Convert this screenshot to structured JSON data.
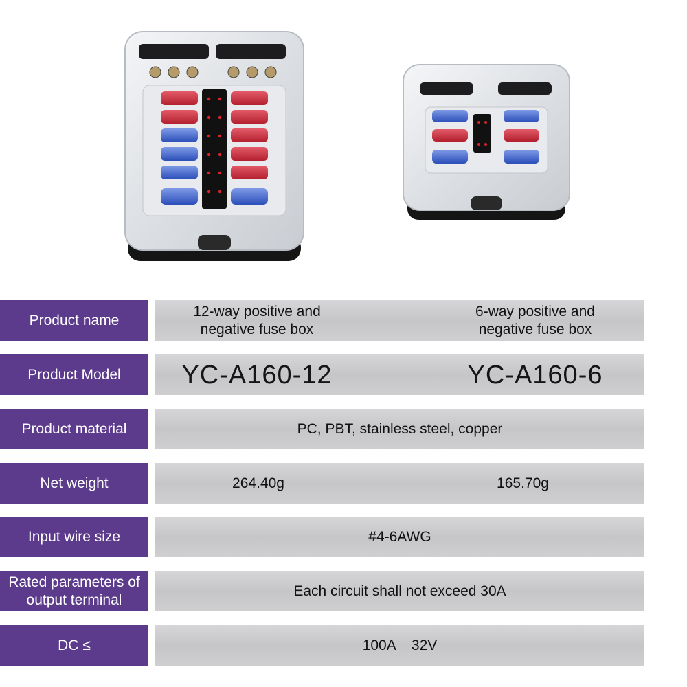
{
  "colors": {
    "label_bg": "#5c3a8c",
    "value_bg": "#cdcdd0",
    "label_text": "#ffffff"
  },
  "products": [
    {
      "image": "12-way fuse box photo",
      "icon": "fuse-box-12-icon"
    },
    {
      "image": "6-way fuse box photo",
      "icon": "fuse-box-6-icon"
    }
  ],
  "specs": {
    "product_name": {
      "label": "Product name",
      "left_line1": "12-way positive and",
      "left_line2": "negative fuse box",
      "right_line1": "6-way positive and",
      "right_line2": "negative fuse box"
    },
    "product_model": {
      "label": "Product Model",
      "left": "YC-A160-12",
      "right": "YC-A160-6"
    },
    "product_material": {
      "label": "Product material",
      "value": "PC, PBT, stainless steel, copper"
    },
    "net_weight": {
      "label": "Net weight",
      "left": "264.40g",
      "right": "165.70g"
    },
    "input_wire_size": {
      "label": "Input wire size",
      "value": "#4-6AWG"
    },
    "rated_parameters": {
      "label_line1": "Rated parameters of",
      "label_line2": "output terminal",
      "value": "Each circuit shall not exceed 30A"
    },
    "dc": {
      "label": "DC ≤",
      "value": "100A    32V"
    }
  }
}
